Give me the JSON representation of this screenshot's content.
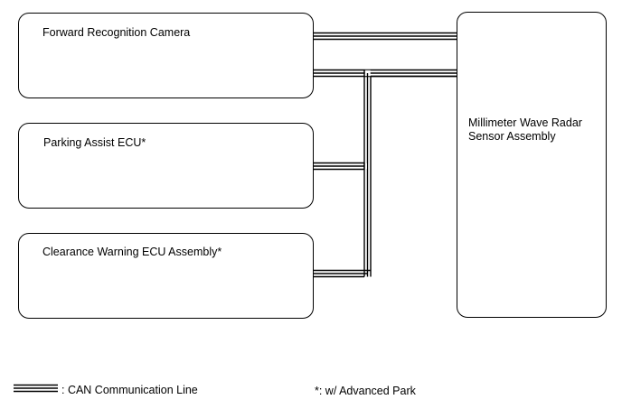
{
  "boxes": {
    "camera": "Forward Recognition Camera",
    "parking": "Parking Assist ECU*",
    "clearance": "Clearance Warning ECU Assembly*",
    "radar": "Millimeter Wave Radar Sensor Assembly"
  },
  "legend": {
    "can_line": ": CAN Communication Line"
  },
  "footnote": "*: w/ Advanced Park"
}
